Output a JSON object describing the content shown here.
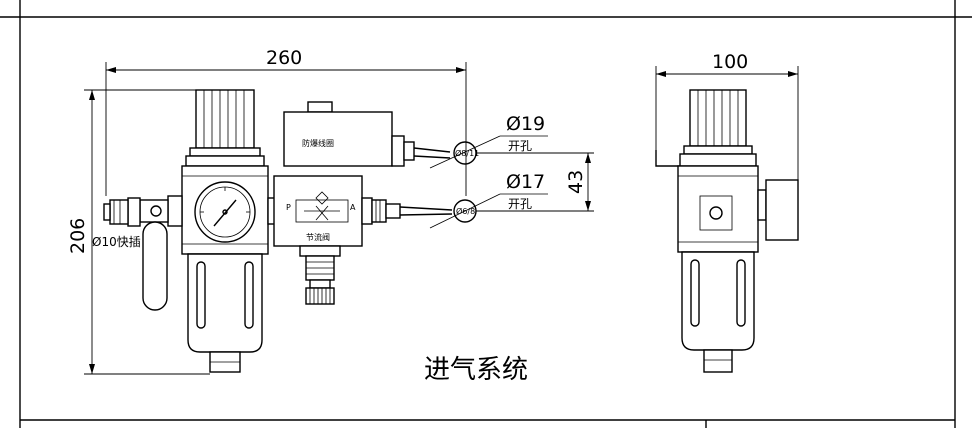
{
  "dimensions": {
    "overall_width": "260",
    "overall_height": "206",
    "side_width": "100",
    "port_spacing": "43",
    "port_upper_dia": "Ø19",
    "port_lower_dia": "Ø17",
    "port_upper_note": "开孔",
    "port_lower_note": "开孔"
  },
  "labels": {
    "coil": "防爆线圈",
    "throttle_valve": "节流阀",
    "port_p": "P",
    "port_a": "A",
    "quick_fitting": "Ø10快插",
    "upper_fitting_code": "Ø8/11",
    "lower_fitting_code": "Ø6/8",
    "title": "进气系统"
  }
}
